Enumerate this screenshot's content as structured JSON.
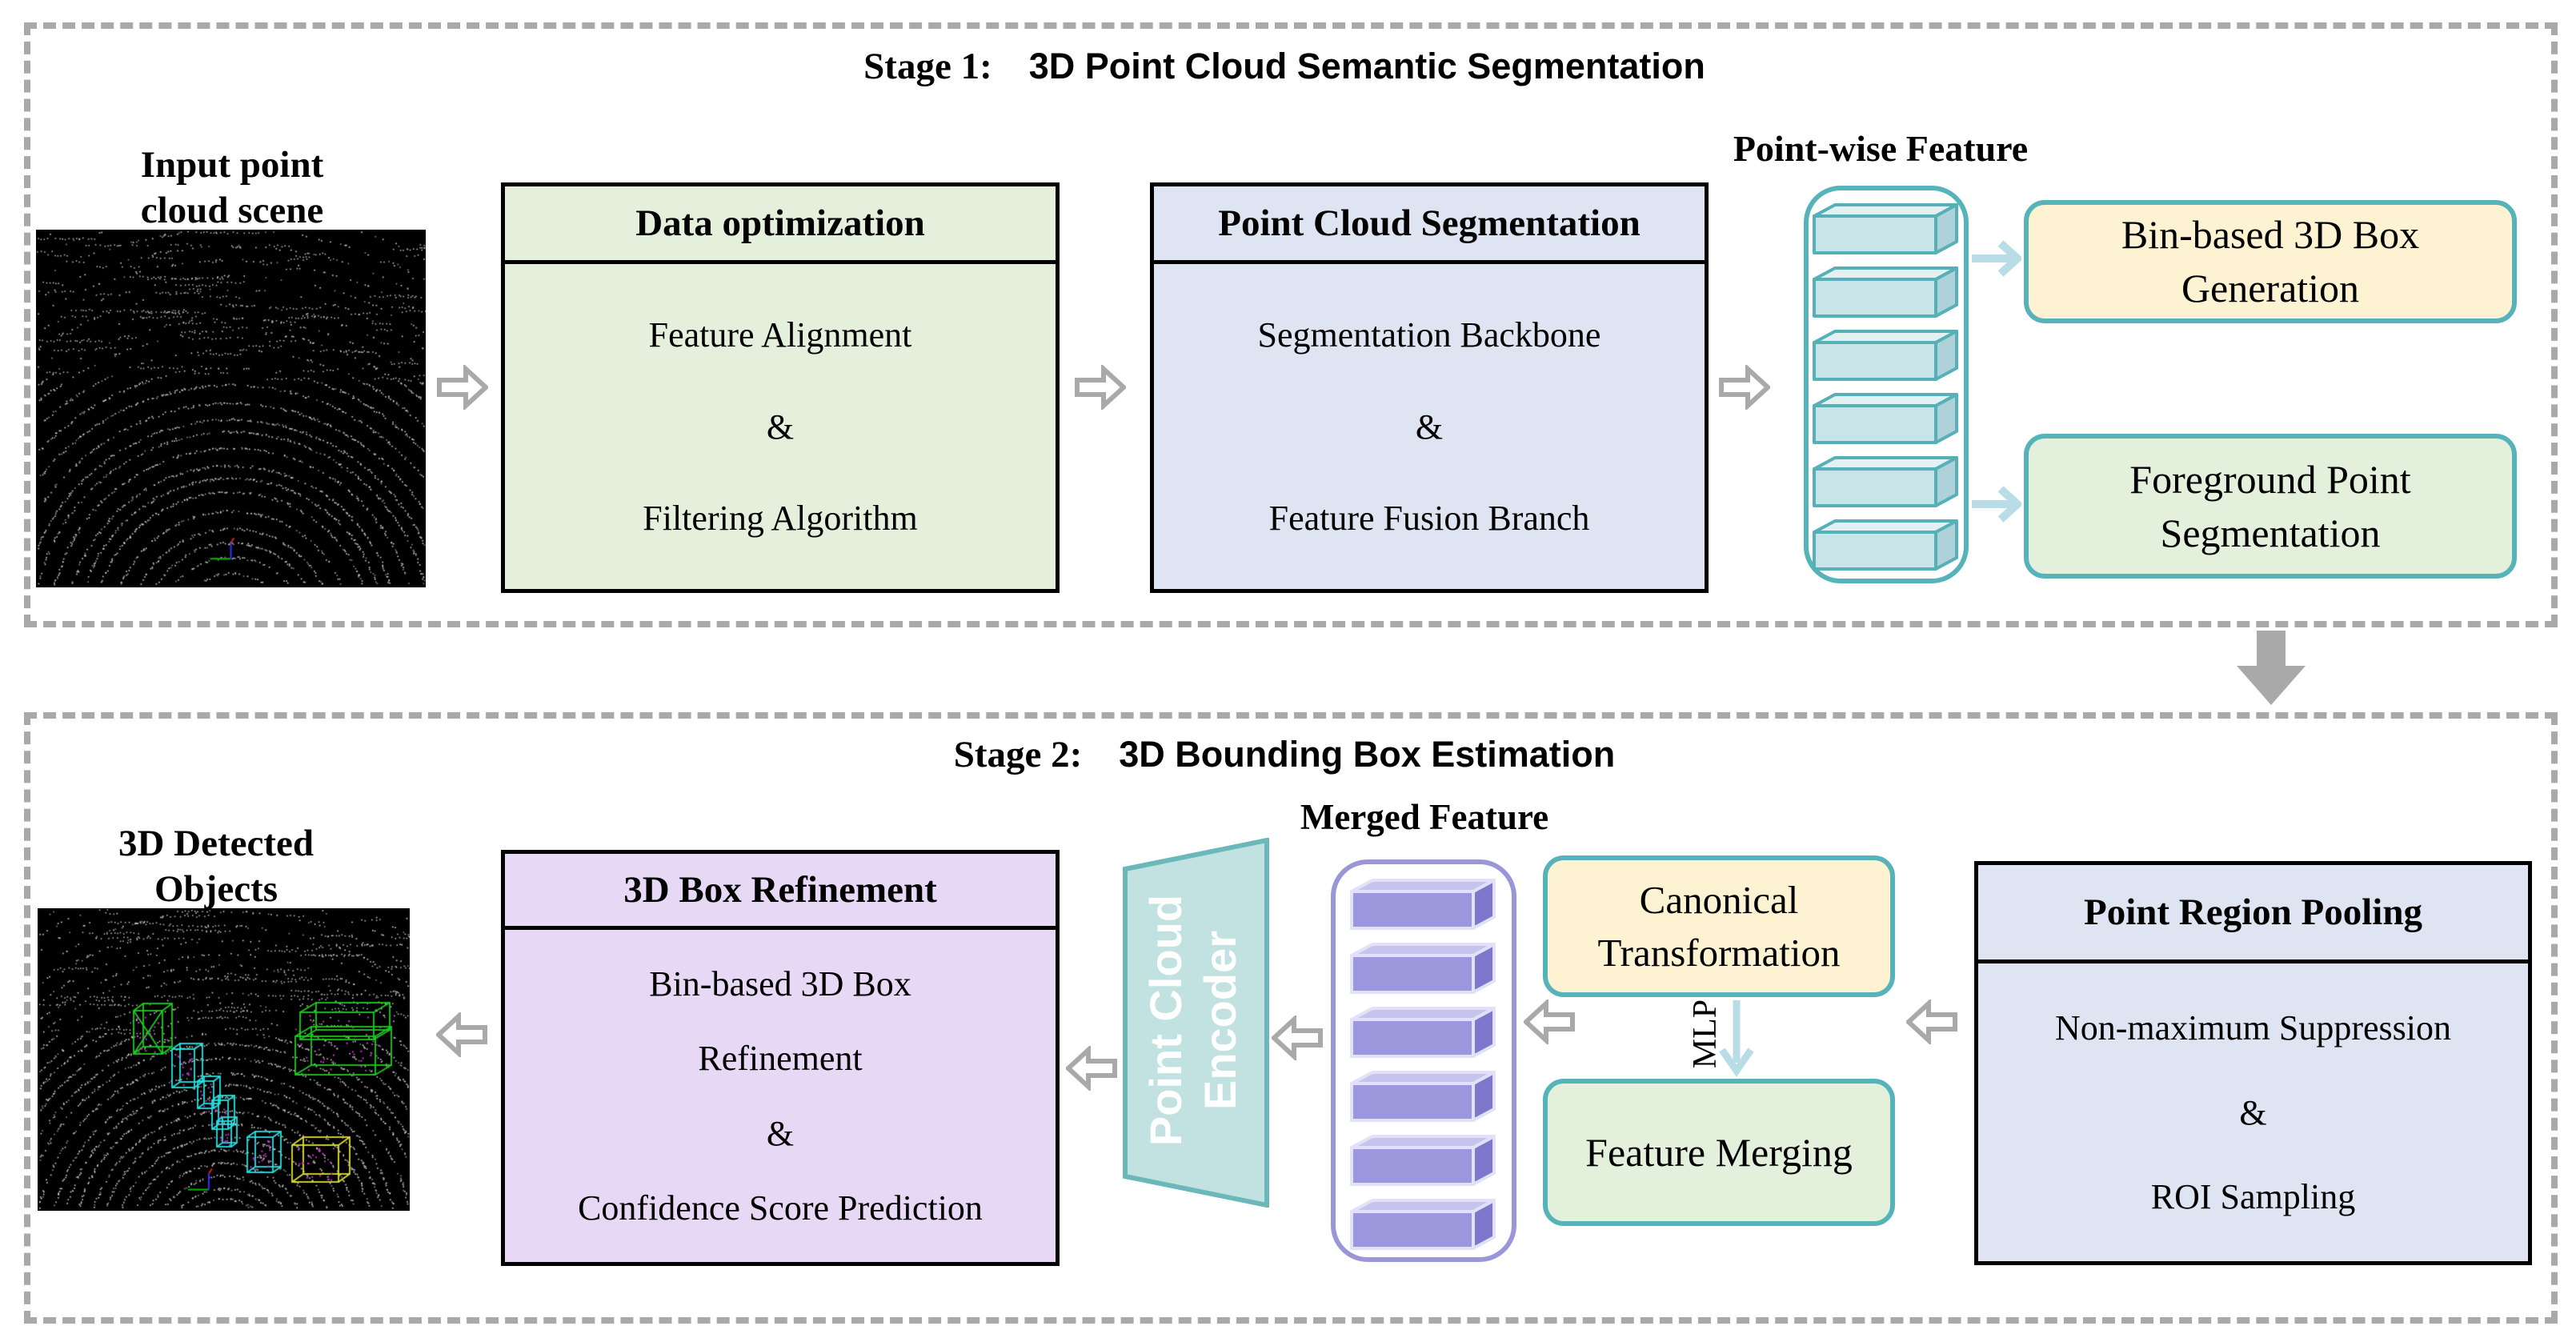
{
  "colors": {
    "stage_border": "#a9a9a9",
    "flow_arrow_gray": "#a9a9a9",
    "teal_border": "#57b3ba",
    "teal_arrow": "#b9dde6",
    "bar_teal": "#c9e4e8",
    "purple_border": "#9a96d8",
    "bar_purple": "#9b97dd",
    "box_green": "#e4efdc",
    "box_blue": "#dfe4f3",
    "box_purple": "#e7d9f6",
    "box_yellow": "#fdf3d2",
    "box_lgreen": "#e3f1dc",
    "encoder_fill": "#c2e2e2",
    "encoder_text": "#ffffff"
  },
  "stage1": {
    "title_prefix": "Stage 1:",
    "title": "3D Point Cloud Semantic Segmentation",
    "input_label": [
      "Input point",
      "cloud scene"
    ],
    "data_optimization": {
      "header": "Data optimization",
      "lines": [
        "Feature Alignment",
        "&",
        "Filtering Algorithm"
      ]
    },
    "point_cloud_segmentation": {
      "header": "Point Cloud Segmentation",
      "lines": [
        "Segmentation Backbone",
        "&",
        "Feature Fusion Branch"
      ]
    },
    "pointwise_feature_label": "Point-wise Feature",
    "bin_based_generation": [
      "Bin-based 3D Box",
      "Generation"
    ],
    "foreground_segmentation": [
      "Foreground Point",
      "Segmentation"
    ]
  },
  "stage2": {
    "title_prefix": "Stage 2:",
    "title": "3D Bounding Box Estimation",
    "detected_label": [
      "3D Detected",
      "Objects"
    ],
    "box_refinement": {
      "header": "3D Box Refinement",
      "lines": [
        "Bin-based 3D Box",
        "Refinement",
        "&",
        "Confidence Score Prediction"
      ]
    },
    "encoder_label": [
      "Point Cloud",
      "Encoder"
    ],
    "merged_feature_label": "Merged Feature",
    "canonical_transformation": [
      "Canonical",
      "Transformation"
    ],
    "mlp_label": "MLP",
    "feature_merging": "Feature Merging",
    "point_region_pooling": {
      "header": "Point Region Pooling",
      "lines": [
        "Non-maximum Suppression",
        "&",
        "ROI Sampling"
      ]
    }
  }
}
